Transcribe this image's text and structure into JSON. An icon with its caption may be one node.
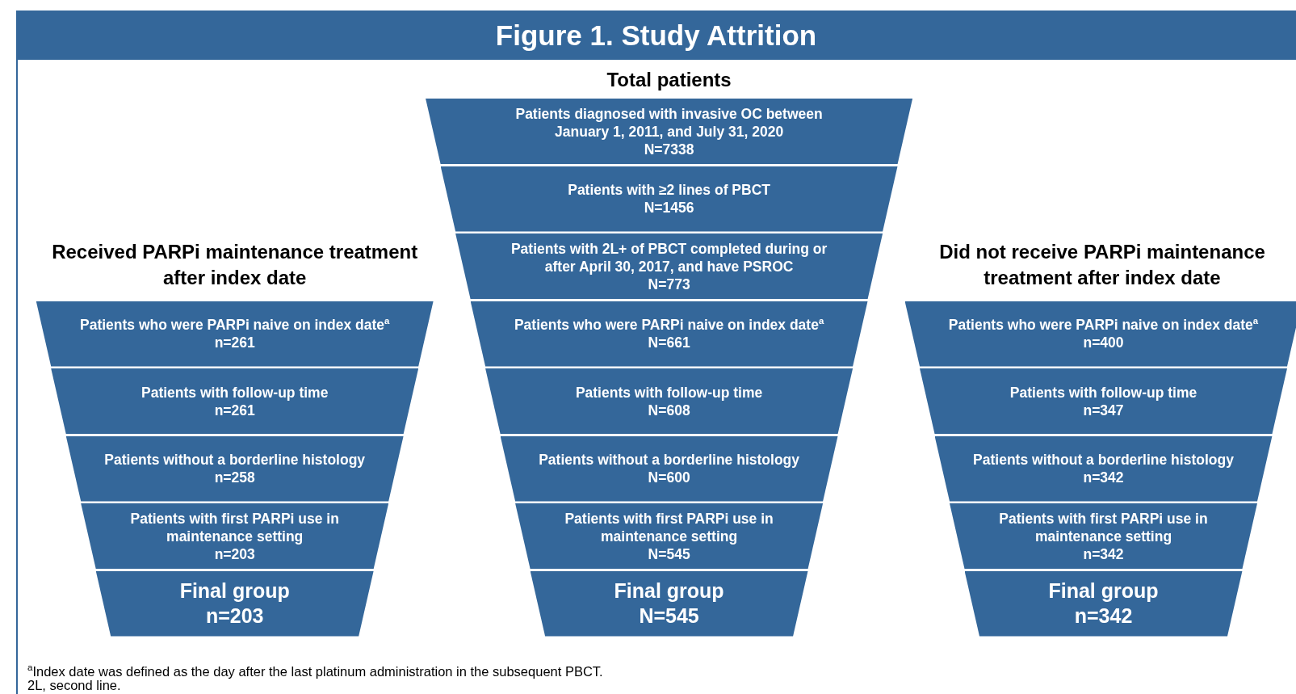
{
  "diagram": {
    "title": "Figure 1. Study Attrition",
    "nodes": [
      {
        "text": [
          "Patients diagnosed with invasive OC between January 1, 2011, and July 31, 2020",
          "N=7338"
        ]
      },
      {
        "text": [
          "Patients with ≥2 lines of PBCT",
          "N=1456"
        ]
      },
      {
        "text": [
          "Patients with 2L+ of PBCT completed during or after April 30, 2017, and have PSROC",
          "N=773"
        ]
      },
      {
        "text": [
          "Patients who were PARPi naive on index date$^{a}$",
          "N=661"
        ]
      },
      {
        "text": [
          "Patients with follow-up time",
          "N=608"
        ]
      },
      {
        "text": [
          "Patients without a borderline histology",
          "N=600"
        ]
      },
      {
        "text": [
          "Patients with first PARPi use in maintenance setting",
          "N=545"
        ]
      },
      {
        "text": [
          "Final group",
          "N=545"
        ]
      },
      {
        "text": [
          "Patients who were PARPi naive on index date$^{a}$",
          "n=261"
        ]
      },
      {
        "text": [
          "Patients with follow-up time",
          "n=261"
        ]
      },
      {
        "text": [
          "Patients without a borderline histology",
          "n=258"
        ]
      },
      {
        "text": [
          "Patients with first PARPi use in maintenance setting",
          "n=203"
        ]
      },
      {
        "text": [
          "Final group",
          "n=203"
        ]
      },
      {
        "text": [
          "Patients who were PARPi naive on index date$^{a}$",
          "n=400"
        ]
      },
      {
        "text": [
          "Patients with follow-up time",
          "n=347"
        ]
      },
      {
        "text": [
          "Patients without a borderline histology",
          "n=342"
        ]
      },
      {
        "text": [
          "Patients with first PARPi use in maintenance setting",
          "n=342"
        ]
      },
      {
        "text": [
          "Final group",
          "n=342"
        ]
      }
    ],
    "labels": [
      "Total patients",
      "Received PARPi maintenance treatment after index date",
      "Did not receive PARPi maintenance treatment after index date",
      "$^{a}$Index date was defined as the day after the last platinum administration in the subsequent PBCT.",
      "2L, second line."
    ]
  }
}
